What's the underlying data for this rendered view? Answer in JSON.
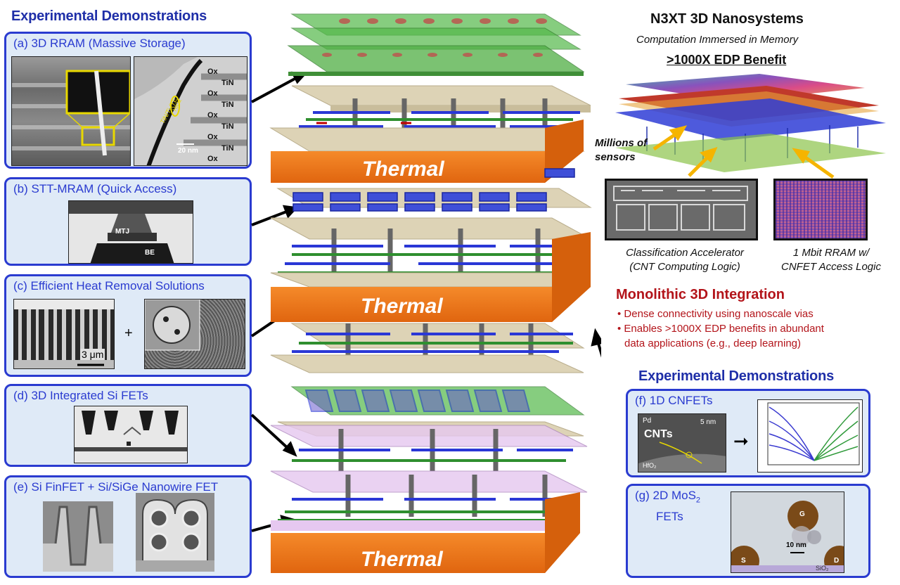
{
  "left": {
    "heading": "Experimental Demonstrations",
    "panels": [
      {
        "title": "(a) 3D RRAM (Massive Storage)",
        "labels": [
          "Ox",
          "TiN",
          "Ox",
          "TiN",
          "Ox",
          "TiN",
          "Ox",
          "TiN",
          "Ox"
        ],
        "scale": "20 nm",
        "te": "TiN/Ti (TE)",
        "hfo": "HfOx"
      },
      {
        "title": "(b) STT-MRAM (Quick Access)",
        "labels": [
          "MTJ",
          "BE"
        ]
      },
      {
        "title": "(c) Efficient  Heat Removal Solutions",
        "scale": "3 μm",
        "plus": "+"
      },
      {
        "title": "(d) 3D Integrated  Si FETs"
      },
      {
        "title": "(e) Si FinFET + Si/SiGe Nanowire FET"
      }
    ]
  },
  "stack": {
    "thermal_label": "Thermal"
  },
  "right": {
    "title": "N3XT 3D Nanosystems",
    "subtitle": "Computation Immersed in Memory",
    "benefit": ">1000X EDP  Benefit",
    "sensors": "Millions of sensors",
    "caption_left": [
      "Classification Accelerator",
      "(CNT Computing Logic)"
    ],
    "caption_right": [
      "1 Mbit RRAM w/",
      "CNFET Access Logic"
    ],
    "m3d_heading": "Monolithic 3D Integration",
    "m3d_bullets": [
      "• Dense connectivity using nanoscale vias",
      "• Enables >1000X EDP benefits in abundant",
      "data applications (e.g., deep learning)"
    ],
    "heading2": "Experimental Demonstrations",
    "panel_f": {
      "title": "(f) 1D CNFETs",
      "cnts": "CNTs",
      "pd": "Pd",
      "scale": "5 nm",
      "hfo": "HfO₂",
      "arrow": "➞"
    },
    "panel_g": {
      "title_a": "(g) 2D MoS",
      "title_sub": "2",
      "title_b": "FETs",
      "g": "G",
      "s": "S",
      "d": "D",
      "scale": "10 nm",
      "sio": "SiO₂"
    }
  },
  "colors": {
    "thermal": "#f07a1e",
    "panel_border": "#2a3bd0",
    "panel_bg": "#dfeaf7",
    "heading": "#1f2fa8",
    "red": "#b3141a"
  }
}
